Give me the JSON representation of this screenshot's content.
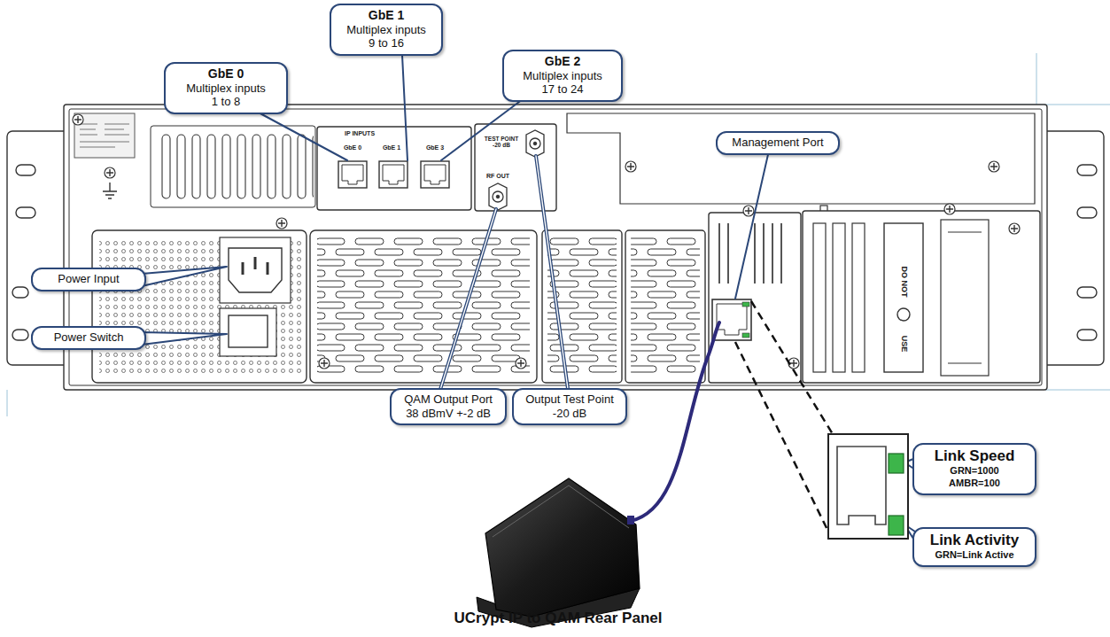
{
  "diagram": {
    "caption": "UCrypt IP to QAM Rear Panel",
    "nodes": [
      {
        "text": [
          "GbE 0",
          "Multiplex inputs 1 to 8"
        ]
      },
      {
        "text": [
          "GbE 1",
          "Multiplex inputs 9 to 16"
        ]
      },
      {
        "text": [
          "GbE 2",
          "Multiplex inputs 17 to 24"
        ]
      },
      {
        "text": [
          "Management Port"
        ]
      },
      {
        "text": [
          "Power Input"
        ]
      },
      {
        "text": [
          "Power Switch"
        ]
      },
      {
        "text": [
          "QAM Output Port 38 dBmV +-2 dB"
        ]
      },
      {
        "text": [
          "Output Test Point -20 dB"
        ]
      },
      {
        "text": [
          "Link Speed",
          "GRN=1000 AMBR=100"
        ]
      },
      {
        "text": [
          "Link Activity",
          "GRN=Link Active"
        ]
      }
    ],
    "labels": [
      "IP INPUTS",
      "GbE 0",
      "GbE 1",
      "GbE 3",
      "TEST POINT -20 dB",
      "RF OUT",
      "DO NOT",
      "USE"
    ]
  }
}
